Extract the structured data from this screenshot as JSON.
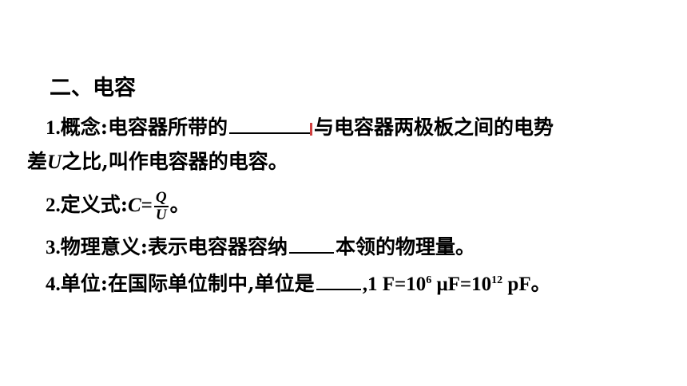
{
  "section_title": "二、电容",
  "item1": {
    "label": "1.",
    "prefix": "概念:电容器所带的",
    "middle": "与电容器两极板之间的电势",
    "line2_start": "差",
    "var_U": "U",
    "line2_end": "之比,叫作电容器的电容。"
  },
  "item2": {
    "label": "2.",
    "prefix": "定义式:",
    "var_C": "C",
    "equals": "=",
    "numerator": "Q",
    "denominator": "U",
    "suffix": "。"
  },
  "item3": {
    "label": "3.",
    "prefix": "物理意义:表示电容器容纳",
    "suffix": "本领的物理量。"
  },
  "item4": {
    "label": "4.",
    "prefix": "单位:在国际单位制中,单位是",
    "formula_a": ",1 F=10",
    "exp1": "6",
    "formula_b": " μF=10",
    "exp2": "12",
    "formula_c": " pF。"
  }
}
